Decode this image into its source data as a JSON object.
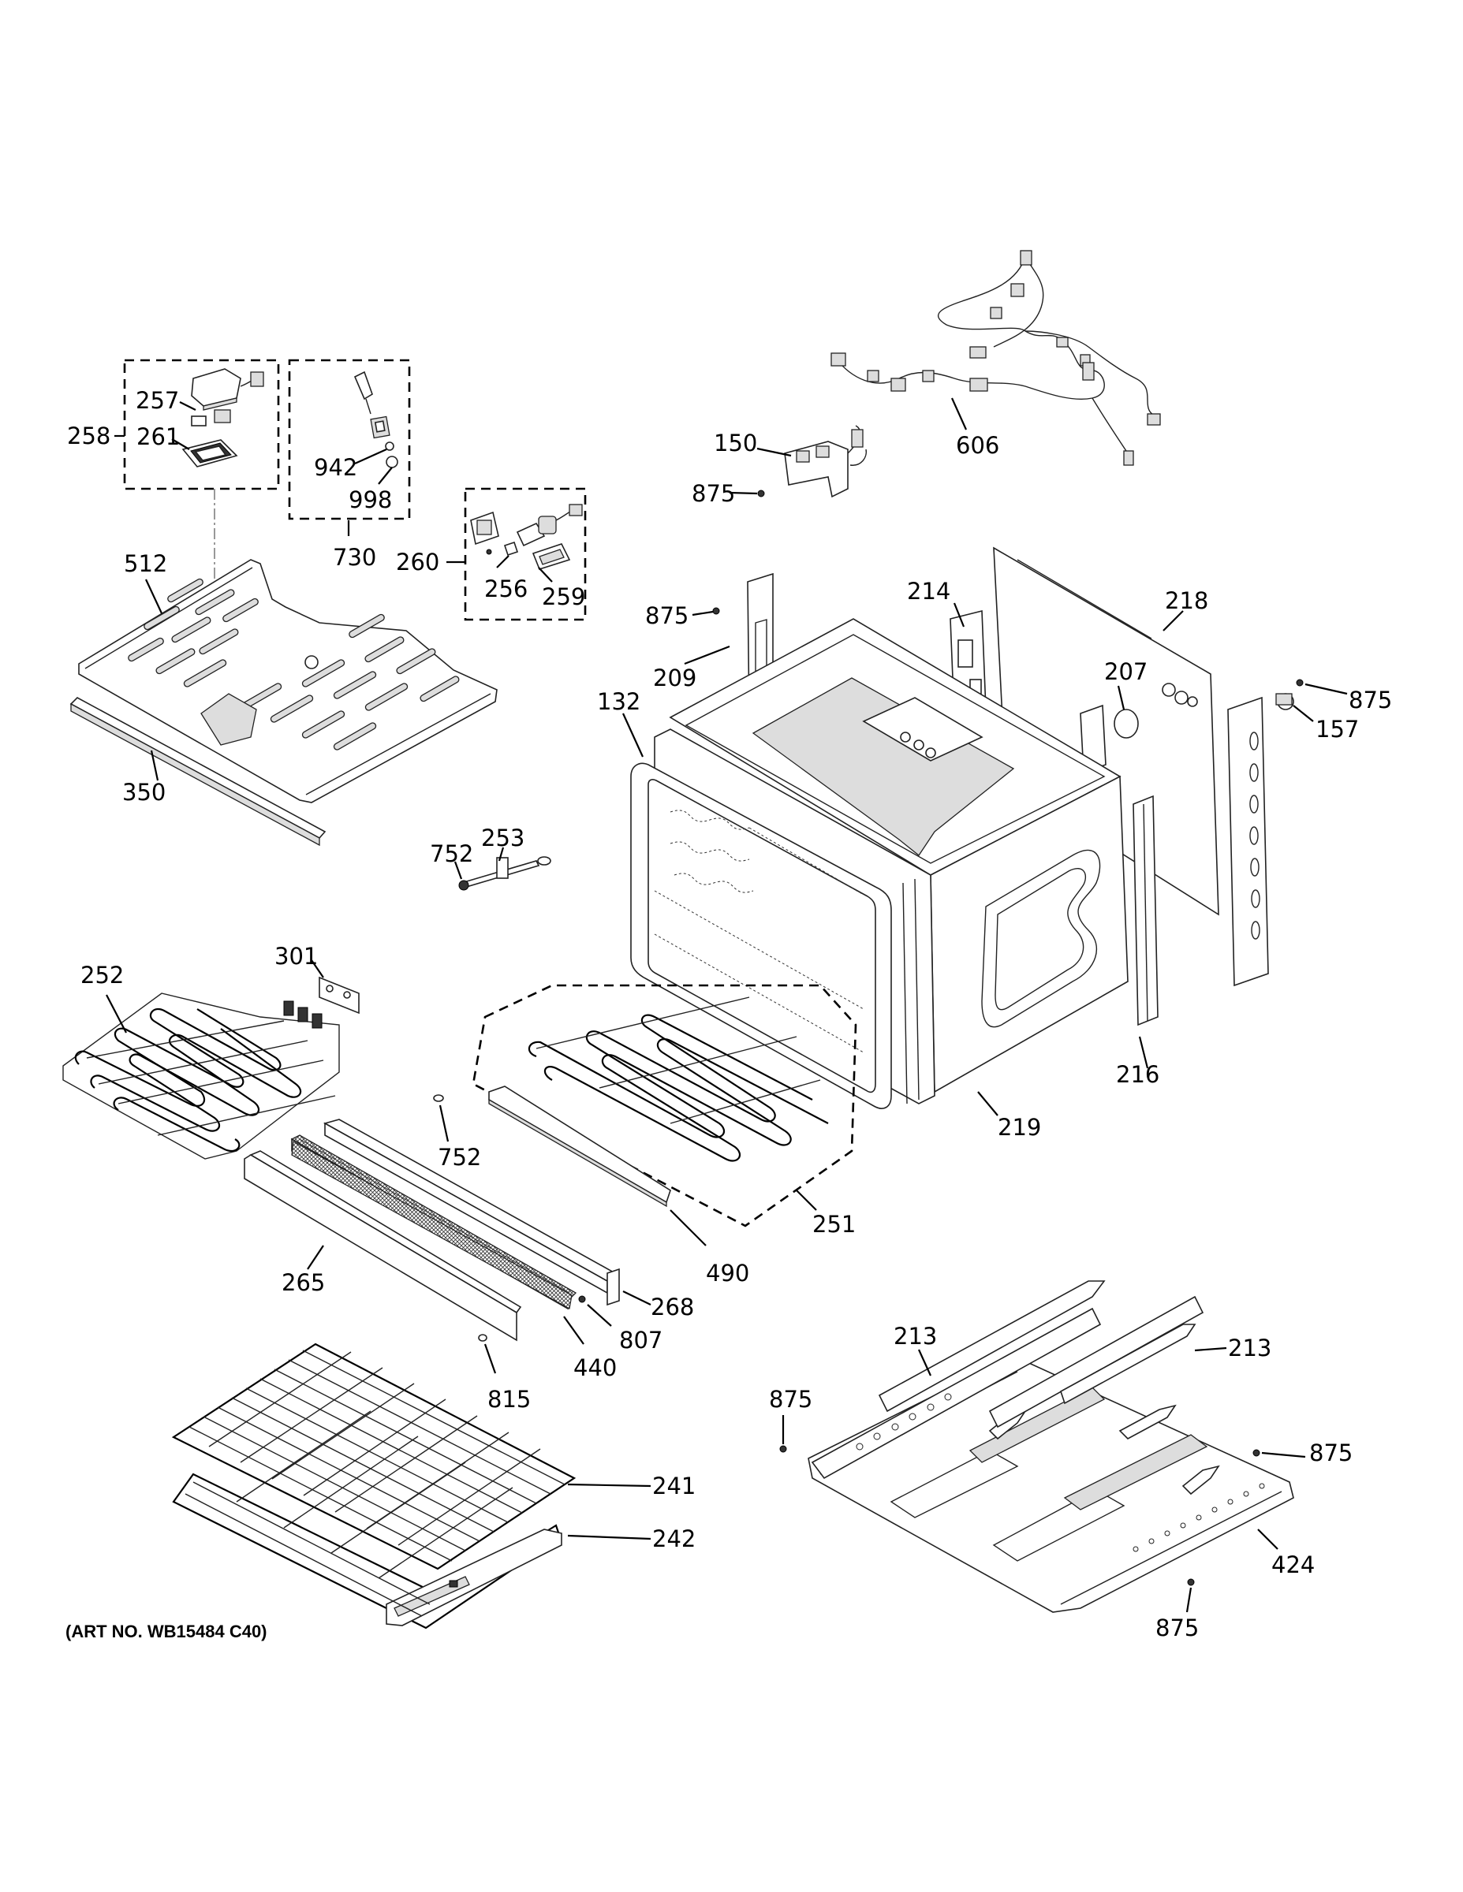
{
  "diagram": {
    "art_number": "(ART NO. WB15484 C40)",
    "callouts": {
      "c606": "606",
      "c150": "150",
      "c875a": "875",
      "c257": "257",
      "c258": "258",
      "c261": "261",
      "c942": "942",
      "c998": "998",
      "c730": "730",
      "c260": "260",
      "c256": "256",
      "c259": "259",
      "c512": "512",
      "c350": "350",
      "c875b": "875",
      "c209": "209",
      "c214": "214",
      "c218": "218",
      "c207": "207",
      "c875c": "875",
      "c157": "157",
      "c132": "132",
      "c253": "253",
      "c752a": "752",
      "c301": "301",
      "c252": "252",
      "c752b": "752",
      "c216": "216",
      "c219": "219",
      "c251": "251",
      "c490": "490",
      "c265": "265",
      "c268": "268",
      "c807": "807",
      "c440": "440",
      "c815": "815",
      "c213a": "213",
      "c213b": "213",
      "c875d": "875",
      "c875e": "875",
      "c424": "424",
      "c875f": "875",
      "c241": "241",
      "c242": "242"
    }
  }
}
